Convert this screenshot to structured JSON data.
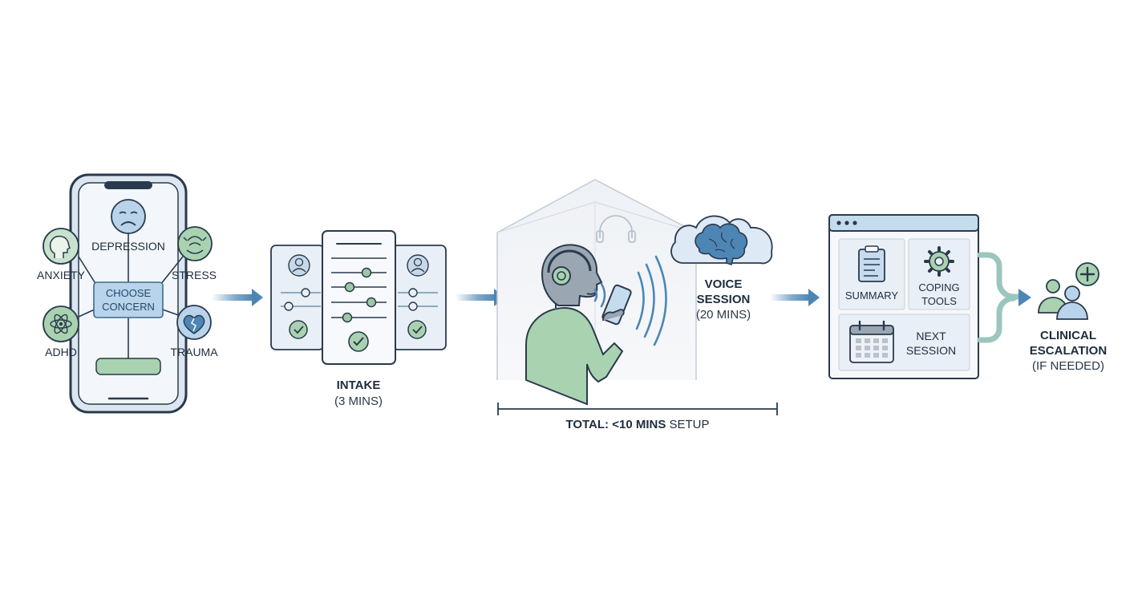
{
  "stage1": {
    "center_label": "CHOOSE\nCONCERN",
    "concerns": [
      "DEPRESSION",
      "ANXIETY",
      "STRESS",
      "ADHD",
      "TRAUMA"
    ]
  },
  "stage2": {
    "title": "INTAKE",
    "duration": "(3 MINS)"
  },
  "stage3": {
    "title": "VOICE\nSESSION",
    "duration": "(20 MINS)"
  },
  "timeline": {
    "bold": "TOTAL: <10 MINS",
    "rest": " SETUP"
  },
  "stage4": {
    "tiles": [
      "SUMMARY",
      "COPING\nTOOLS",
      "NEXT\nSESSION"
    ]
  },
  "stage5": {
    "title": "CLINICAL\nESCALATION",
    "note": "(IF NEEDED)"
  },
  "icons": [
    "sad-face-icon",
    "head-icon",
    "stress-icon",
    "atom-icon",
    "broken-heart-icon",
    "avatar-icon",
    "check-icon",
    "headphones-icon",
    "brain-icon",
    "clipboard-icon",
    "gear-icon",
    "calendar-icon",
    "people-plus-icon"
  ],
  "colors": {
    "outline": "#2a3a4d",
    "blue": "#4d86b5",
    "blue_light": "#c5dcef",
    "green": "#a9d2b0",
    "green_dark": "#5b9a72",
    "panel": "#eef2f7"
  }
}
